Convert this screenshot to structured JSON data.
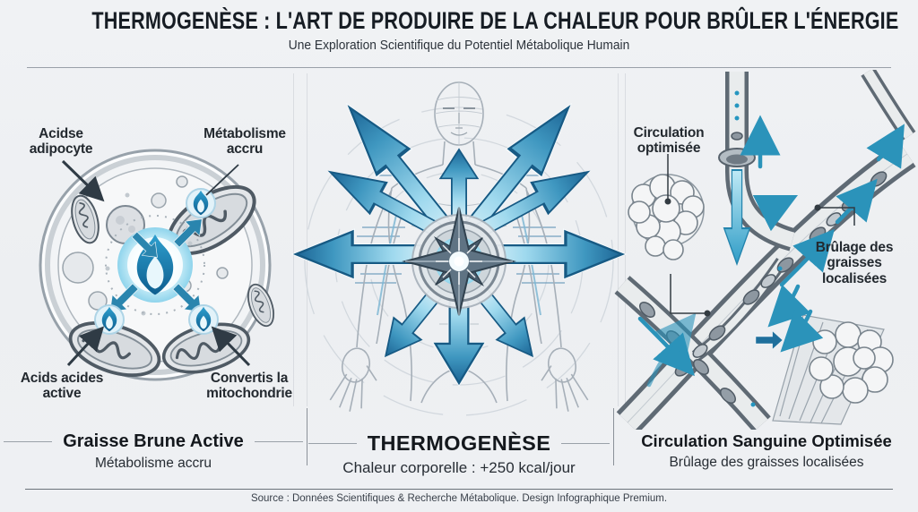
{
  "header": {
    "title": "THERMOGENÈSE : L'ART DE PRODUIRE DE LA CHALEUR POUR BRÛLER L'ÉNERGIE",
    "subtitle": "Une Exploration Scientifique du Potentiel Métabolique Humain"
  },
  "panel_labels": {
    "acide_adipocyte": "Acidse\nadipocyte",
    "metabolisme_accru": "Métabolisme\naccru",
    "acides_active": "Acids acides\nactive",
    "convertis_mitochondrie": "Convertis la\nmitochondrie",
    "circulation_optimisee": "Circulation\noptimisée",
    "brulage_graisses": "Brûlage des\ngraisses\nlocalisées"
  },
  "captions": {
    "left": {
      "title": "Graisse Brune Active",
      "subtitle": "Métabolisme accru"
    },
    "center": {
      "title": "THERMOGENÈSE",
      "subtitle": "Chaleur corporelle : +250 kcal/jour"
    },
    "right": {
      "title": "Circulation Sanguine Optimisée",
      "subtitle": "Brûlage des graisses localisées"
    }
  },
  "footer": {
    "source": "Source : Données Scientifiques & Recherche Métabolique. Design Infographique Premium."
  },
  "colors": {
    "accent_blue": "#1c6494",
    "flame_blue": "#1787b8",
    "light_cyan": "#bfe9f6",
    "ink": "#1a2127"
  },
  "icons": {
    "flame_icon": "blue-flame",
    "thermo_star_icon": "compass-star-burst",
    "heat_arrow_icon": "gradient-heat-arrow"
  }
}
